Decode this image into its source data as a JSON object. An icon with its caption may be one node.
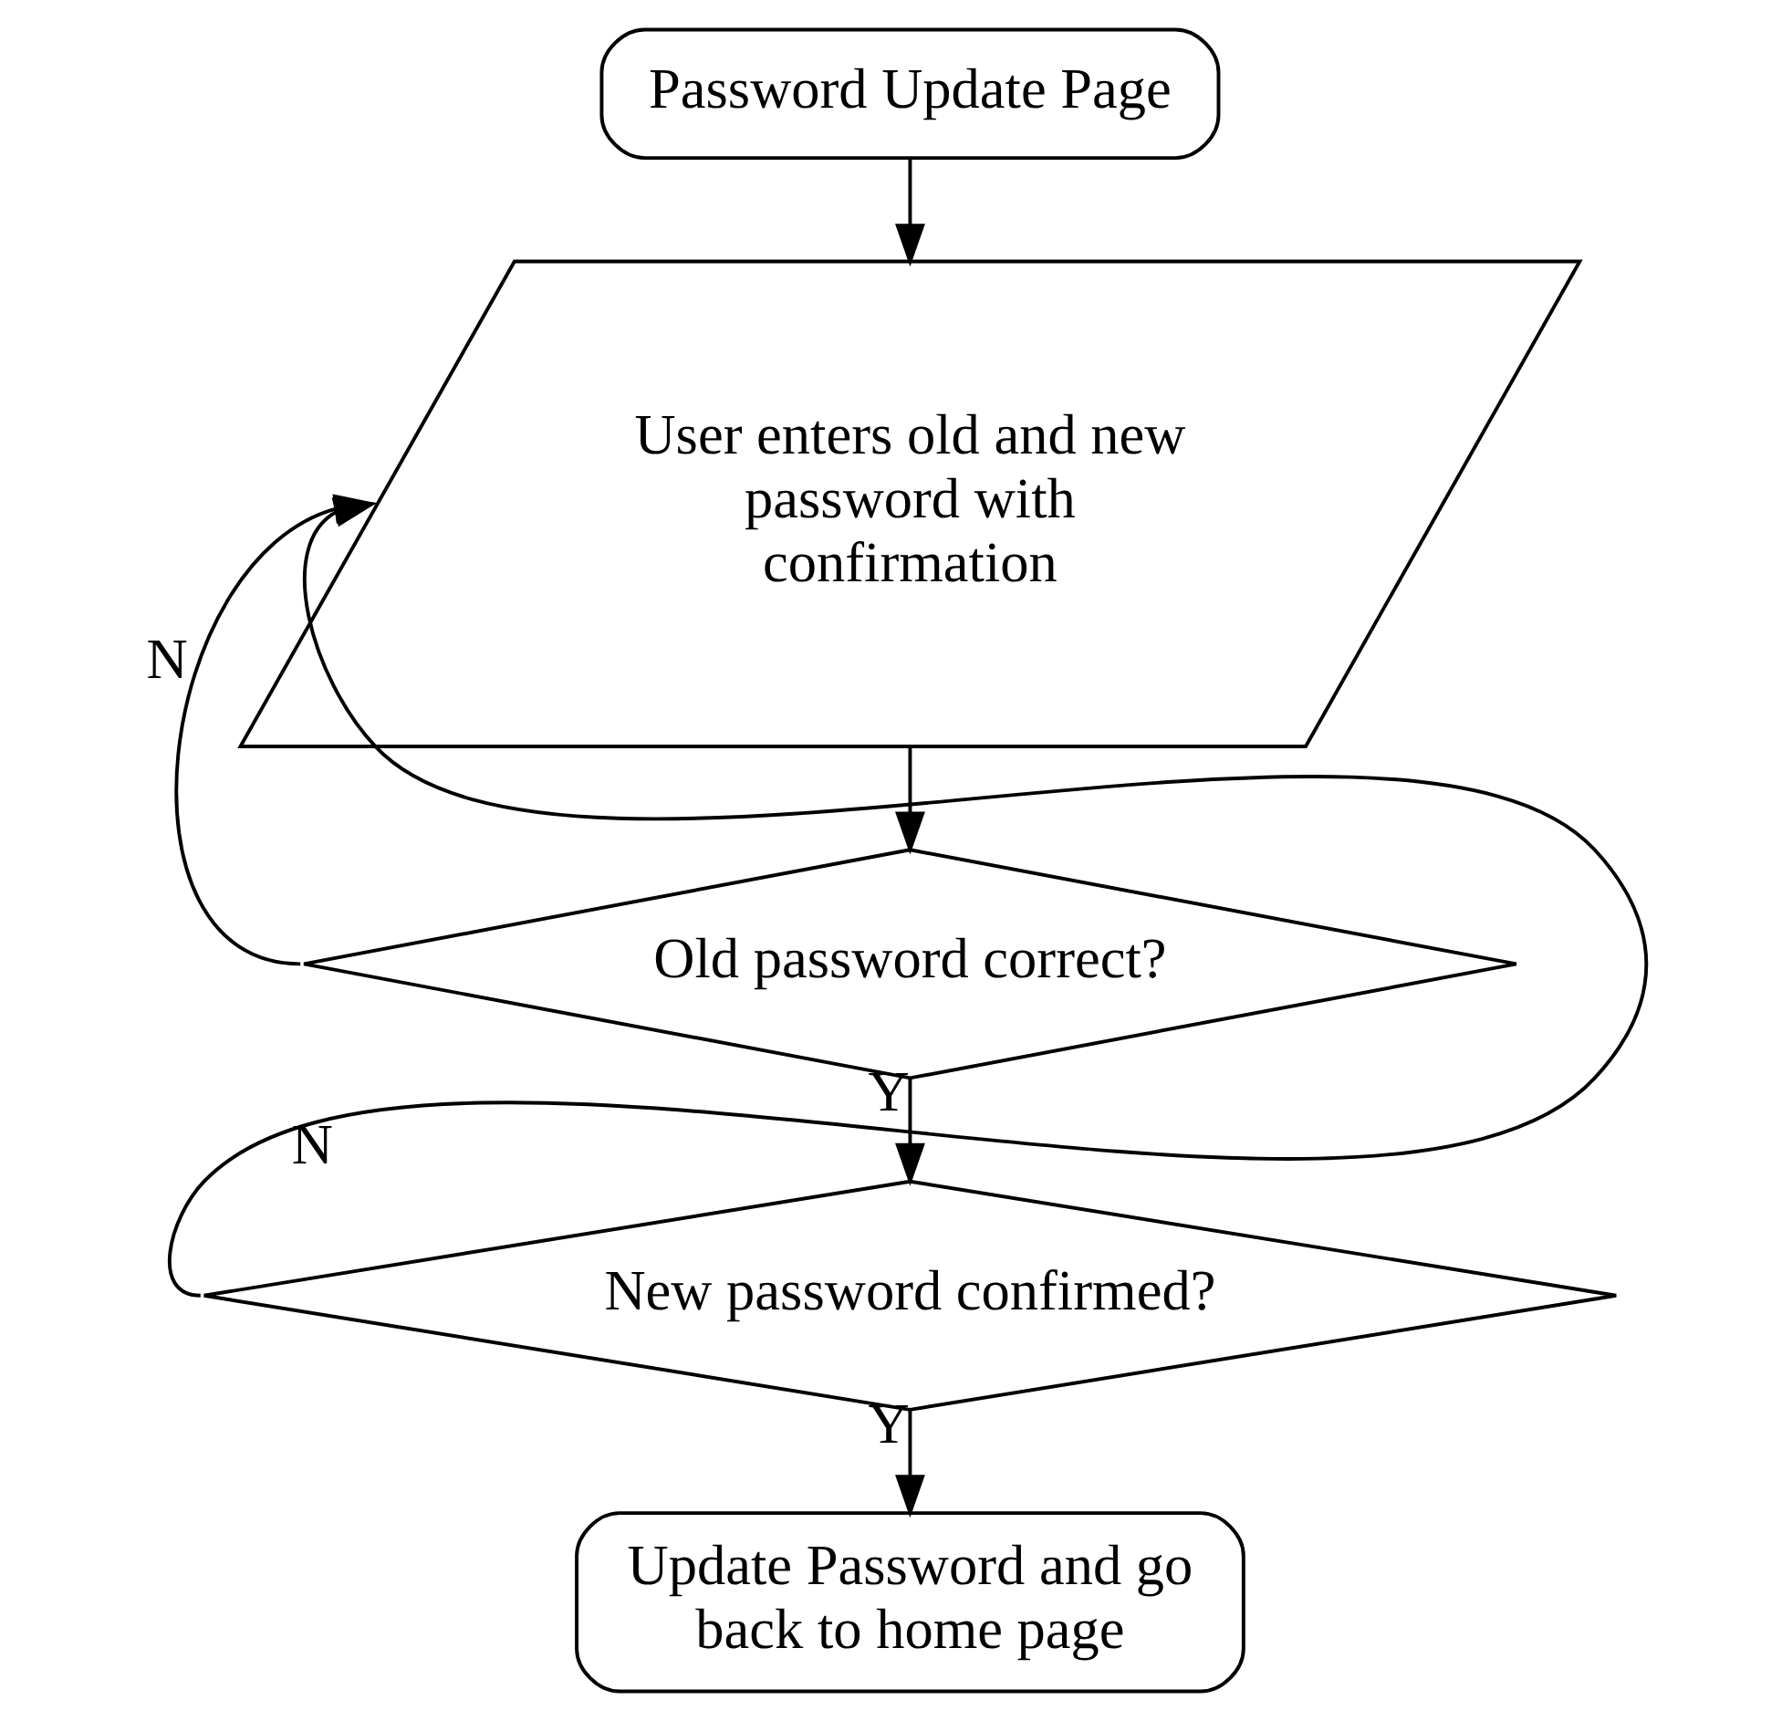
{
  "diagram": {
    "nodes": [
      {
        "text": [
          "Password Update Page"
        ]
      },
      {
        "text": [
          "User enters old and new password with confirmation"
        ]
      },
      {
        "text": [
          "Old password correct?"
        ]
      },
      {
        "text": [
          "New password confirmed?"
        ]
      },
      {
        "text": [
          "Update Password and go back to home page"
        ]
      }
    ],
    "edges": [
      {
        "from": 0,
        "to": 1,
        "arrow": "to"
      },
      {
        "from": 1,
        "to": 2,
        "arrow": "to"
      },
      {
        "from": 2,
        "to": 1,
        "arrow": "to",
        "label": "N"
      },
      {
        "from": 2,
        "to": 3,
        "arrow": "to",
        "label": "Y"
      },
      {
        "from": 3,
        "to": 1,
        "arrow": "to",
        "label": "N"
      },
      {
        "from": 3,
        "to": 4,
        "arrow": "to",
        "label": "Y"
      }
    ]
  }
}
